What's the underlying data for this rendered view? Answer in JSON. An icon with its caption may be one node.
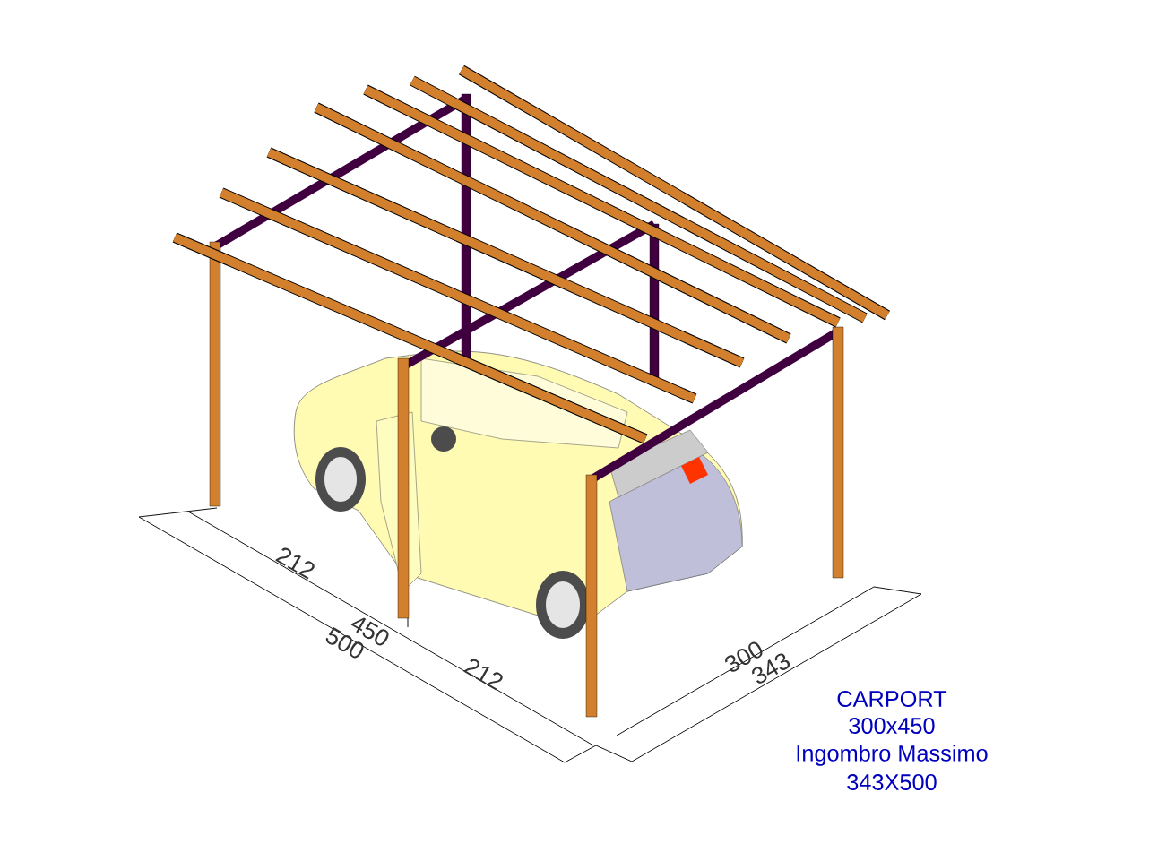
{
  "diagram": {
    "labels": [
      "212",
      "450",
      "500",
      "212",
      "300",
      "343",
      "CARPORT",
      "300x450",
      "Ingombro Massimo",
      "343X500"
    ]
  }
}
